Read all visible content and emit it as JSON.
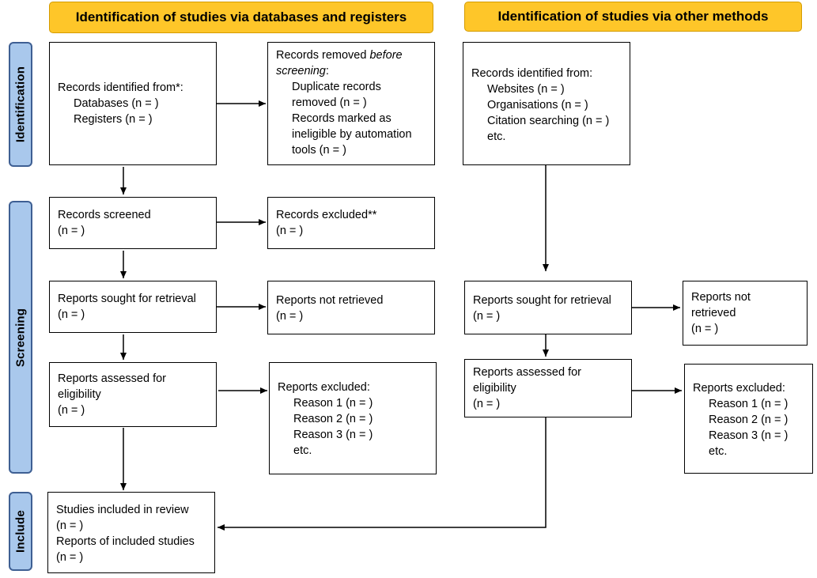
{
  "headers": {
    "left": "Identification of studies via databases and registers",
    "right": "Identification of studies via other methods"
  },
  "phases": {
    "identification": "Identification",
    "screening": "Screening",
    "include": "Include"
  },
  "db": {
    "identified": {
      "l1": "Records identified from*:",
      "l2": "Databases (n = )",
      "l3": "Registers (n = )"
    },
    "removed": {
      "l1a": "Records removed ",
      "l1b": "before",
      "l2a": "screening",
      "l2b": ":",
      "l3": "Duplicate records",
      "l4": "removed  (n = )",
      "l5": "Records marked as",
      "l6": "ineligible by automation",
      "l7": "tools (n = )"
    },
    "screened": {
      "l1": "Records screened",
      "l2": "(n = )"
    },
    "excluded": {
      "l1": "Records excluded**",
      "l2": "(n = )"
    },
    "sought": {
      "l1": "Reports sought for retrieval",
      "l2": "(n = )"
    },
    "not_retrieved": {
      "l1": "Reports not retrieved",
      "l2": "(n = )"
    },
    "assessed": {
      "l1": "Reports assessed for",
      "l2": "eligibility",
      "l3": "(n = )"
    },
    "reports_excluded": {
      "l1": "Reports excluded:",
      "l2": "Reason 1 (n = )",
      "l3": "Reason 2 (n = )",
      "l4": "Reason 3 (n = )",
      "l5": "etc."
    },
    "included": {
      "l1": "Studies included in review",
      "l2": "(n = )",
      "l3": "Reports of included studies",
      "l4": "(n = )"
    }
  },
  "other": {
    "identified": {
      "l1": "Records identified from:",
      "l2": "Websites (n = )",
      "l3": "Organisations (n = )",
      "l4": "Citation searching (n = )",
      "l5": "etc."
    },
    "sought": {
      "l1": "Reports sought for retrieval",
      "l2": "(n = )"
    },
    "not_retrieved": {
      "l1": "Reports not",
      "l2": "retrieved",
      "l3": "(n = )"
    },
    "assessed": {
      "l1": "Reports assessed for",
      "l2": "eligibility",
      "l3": "(n = )"
    },
    "reports_excluded": {
      "l1": "Reports excluded:",
      "l2": "Reason 1 (n = )",
      "l3": "Reason 2 (n = )",
      "l4": "Reason 3 (n = )",
      "l5": "etc."
    }
  }
}
